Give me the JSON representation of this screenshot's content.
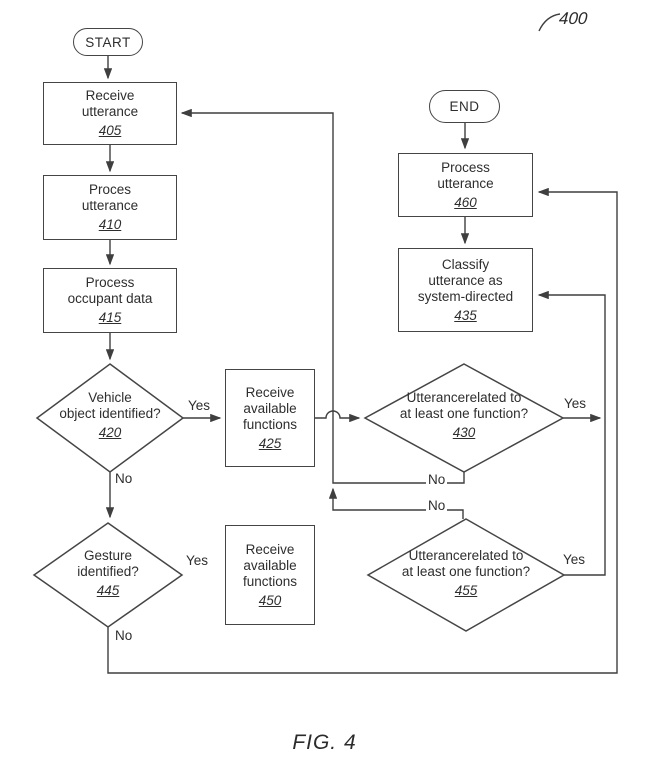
{
  "figure": {
    "caption": "FIG. 4",
    "reference_number": "400"
  },
  "nodes": {
    "start": {
      "label": "START"
    },
    "end": {
      "label": "END"
    },
    "n405": {
      "text": "Receive\nutterance",
      "num": "405"
    },
    "n410": {
      "text": "Proces\nutterance",
      "num": "410"
    },
    "n415": {
      "text": "Process\noccupant data",
      "num": "415"
    },
    "n420": {
      "text": "Vehicle\nobject identified?",
      "num": "420"
    },
    "n425": {
      "text": "Receive\navailable\nfunctions",
      "num": "425"
    },
    "n430": {
      "text": "Utterancerelated to\nat least one function?",
      "num": "430"
    },
    "n460": {
      "text": "Process\nutterance",
      "num": "460"
    },
    "n435": {
      "text": "Classify\nutterance as\nsystem-directed",
      "num": "435"
    },
    "n445": {
      "text": "Gesture\nidentified?",
      "num": "445"
    },
    "n450": {
      "text": "Receive\navailable\nfunctions",
      "num": "450"
    },
    "n455": {
      "text": "Utterancerelated to\nat least one function?",
      "num": "455"
    }
  },
  "edge_labels": {
    "yes_420": "Yes",
    "no_420": "No",
    "yes_430": "Yes",
    "no_430": "No",
    "yes_445": "Yes",
    "no_445": "No",
    "yes_455": "Yes",
    "no_455": "No"
  },
  "colors": {
    "line": "#3f3f3f",
    "text": "#2e2e2e",
    "background": "#ffffff"
  }
}
